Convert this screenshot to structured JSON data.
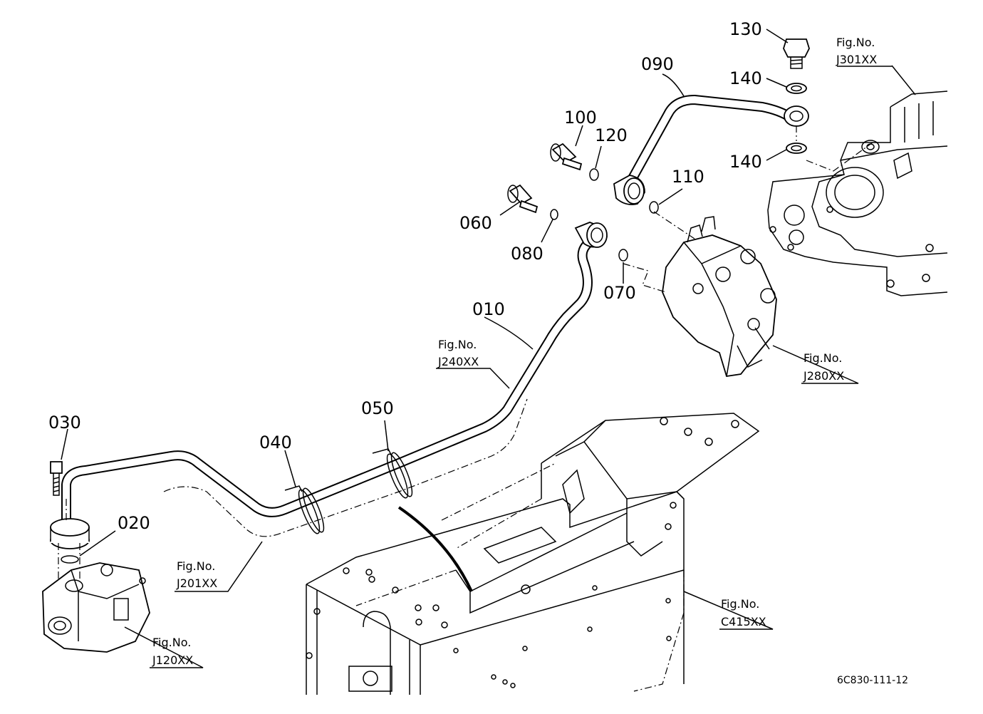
{
  "parts": [
    {
      "num": "010"
    },
    {
      "num": "020"
    },
    {
      "num": "030"
    },
    {
      "num": "040"
    },
    {
      "num": "050"
    },
    {
      "num": "060"
    },
    {
      "num": "070"
    },
    {
      "num": "080"
    },
    {
      "num": "090"
    },
    {
      "num": "100"
    },
    {
      "num": "110"
    },
    {
      "num": "120"
    },
    {
      "num": "130"
    },
    {
      "num": "140"
    },
    {
      "num": "140"
    }
  ],
  "figure_refs": [
    {
      "prefix": "Fig.No.",
      "code": "J301XX"
    },
    {
      "prefix": "Fig.No.",
      "code": "J240XX"
    },
    {
      "prefix": "Fig.No.",
      "code": "J280XX"
    },
    {
      "prefix": "Fig.No.",
      "code": "J201XX"
    },
    {
      "prefix": "Fig.No.",
      "code": "C415XX"
    },
    {
      "prefix": "Fig.No.",
      "code": "J120XX"
    }
  ],
  "doc_code": "6C830-111-12"
}
